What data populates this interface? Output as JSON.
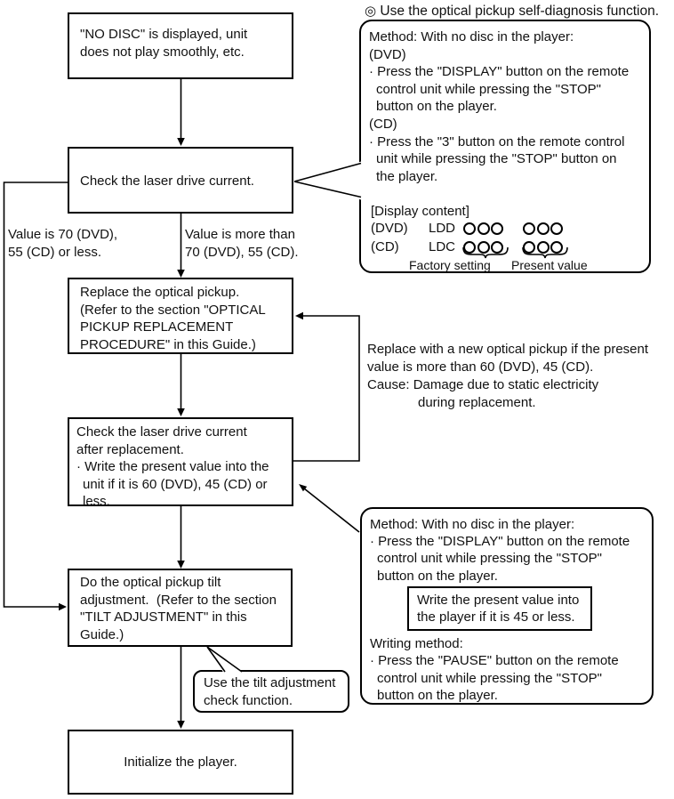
{
  "header": {
    "marker": "◎",
    "title": " Use the optical pickup self-diagnosis function."
  },
  "flow": {
    "box_no_disc": {
      "lines": [
        "\"NO DISC\" is displayed, unit",
        "does not play smoothly, etc."
      ]
    },
    "box_check_current": {
      "label": "Check the laser drive current."
    },
    "branch_left": {
      "lines": [
        "Value is 70 (DVD),",
        "55 (CD) or less."
      ]
    },
    "branch_right": {
      "lines": [
        "Value is more than",
        "70 (DVD), 55 (CD)."
      ]
    },
    "box_replace_pickup": {
      "lines": [
        "Replace the optical pickup.",
        "(Refer to the section \"OPTICAL",
        "PICKUP REPLACEMENT",
        "PROCEDURE\" in this Guide.)"
      ]
    },
    "box_check_after": {
      "lines": [
        "Check the laser drive current",
        "after replacement.",
        "· Write the present value into the",
        "unit if it is 60 (DVD), 45 (CD) or",
        "less."
      ]
    },
    "box_tilt": {
      "lines": [
        "Do the optical pickup tilt",
        "adjustment.  (Refer to the section",
        "\"TILT ADJUSTMENT\" in this",
        "Guide.)"
      ]
    },
    "box_initialize": {
      "label": "Initialize the player."
    }
  },
  "notes": {
    "replace_loop": {
      "lines": [
        "Replace with a new optical pickup if the present",
        "value is more than 60 (DVD), 45 (CD).",
        "Cause: Damage due to static electricity",
        "during replacement."
      ]
    }
  },
  "bubbles": {
    "diagnosis": {
      "lines": [
        "Method: With no disc in the player:",
        "(DVD)",
        "· Press the \"DISPLAY\" button on the remote",
        "control unit while pressing the \"STOP\"",
        "button on the player.",
        "(CD)",
        "· Press the \"3\" button on the remote control",
        "unit while pressing the \"STOP\" button on",
        "the player."
      ],
      "display_content": {
        "header": "[Display content]",
        "rows": [
          {
            "sys": "(DVD)",
            "code": "LDD"
          },
          {
            "sys": "(CD)",
            "code": "LDC"
          }
        ],
        "legend_factory": "Factory setting",
        "legend_present": "Present value"
      }
    },
    "write": {
      "lines_top": [
        "Method: With no disc in the player:",
        "· Press the \"DISPLAY\" button on the remote",
        "control unit while pressing the \"STOP\"",
        "button on the player."
      ],
      "inner_box": [
        "Write the present value into",
        "the player if it is 45 or less."
      ],
      "lines_bottom": [
        "Writing method:",
        "· Press the \"PAUSE\" button on the remote",
        "control unit while pressing the \"STOP\"",
        "button on the player."
      ]
    },
    "tilt": {
      "lines": [
        "Use the tilt adjustment",
        "check function."
      ]
    }
  }
}
